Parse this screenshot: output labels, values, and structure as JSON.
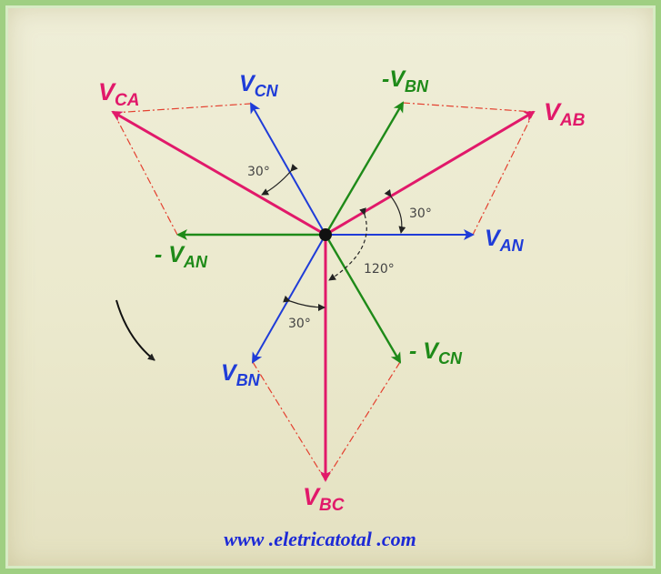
{
  "colors": {
    "line_voltage": "#e1196a",
    "phase_voltage": "#1f3cd8",
    "negative_phase": "#1e8a18",
    "construction": "#e4402f",
    "arc": "#222222",
    "background": "#ebe9cd",
    "border": "#9fcf82"
  },
  "vectors": {
    "vab": {
      "main": "V",
      "sub": "AB",
      "angle_deg": 30
    },
    "vbc": {
      "main": "V",
      "sub": "BC",
      "angle_deg": 270
    },
    "vca": {
      "main": "V",
      "sub": "CA",
      "angle_deg": 150
    },
    "van": {
      "main": "V",
      "sub": "AN",
      "angle_deg": 0
    },
    "vbn": {
      "main": "V",
      "sub": "BN",
      "angle_deg": 240
    },
    "vcn": {
      "main": "V",
      "sub": "CN",
      "angle_deg": 120
    },
    "neg_van": {
      "main": "- V",
      "sub": "AN",
      "angle_deg": 180
    },
    "neg_vbn": {
      "main": "-V",
      "sub": "BN",
      "angle_deg": 60
    },
    "neg_vcn": {
      "main": "- V",
      "sub": "CN",
      "angle_deg": 300
    }
  },
  "angles": {
    "a30_ab": "30°",
    "a30_ca": "30°",
    "a30_bc": "30°",
    "a120": "120°"
  },
  "footer": {
    "url": "www .eletricatotal .com"
  }
}
